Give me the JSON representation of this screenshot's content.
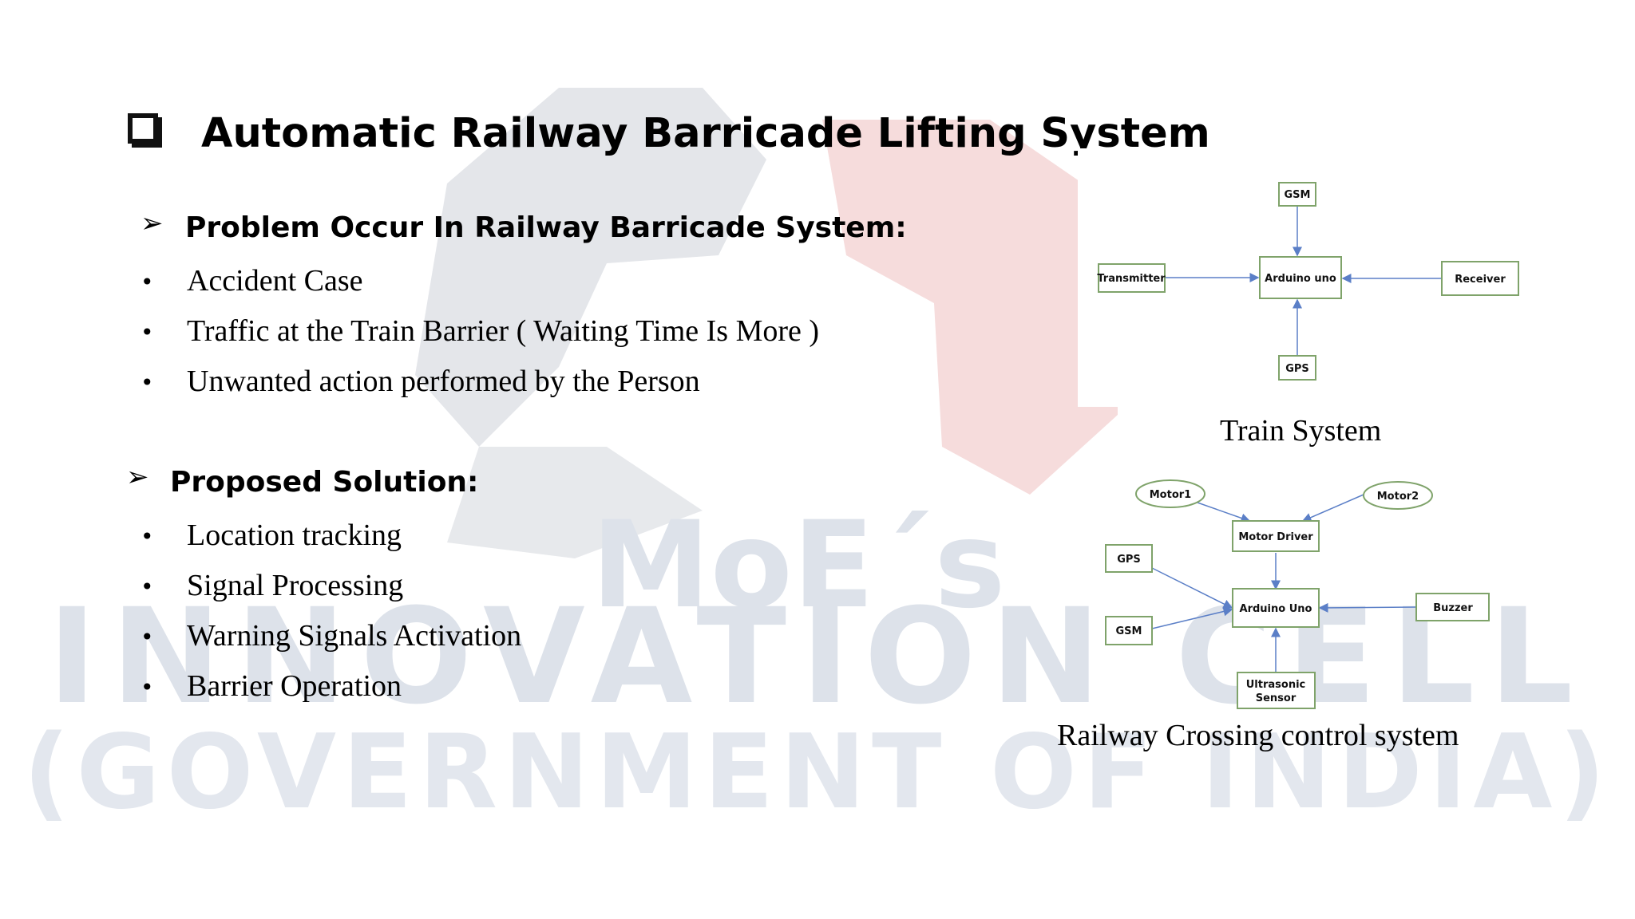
{
  "slide": {
    "title": "Automatic Railway Barricade Lifting System",
    "problem_heading": "Problem Occur In Railway Barricade System:",
    "problems": [
      "Accident Case",
      "Traffic at the Train Barrier ( Waiting Time Is More )",
      "Unwanted action performed by the Person"
    ],
    "solution_heading": "Proposed Solution:",
    "solutions": [
      "Location tracking",
      "Signal Processing",
      "Warning Signals Activation",
      "Barrier Operation"
    ],
    "bullet_glyph": "•",
    "arrow_glyph": "➢"
  },
  "train_system": {
    "caption": "Train System",
    "nodes": {
      "gsm": "GSM",
      "transmitter": "Transmitter",
      "arduino": "Arduino uno",
      "receiver": "Receiver",
      "gps": "GPS"
    }
  },
  "crossing_system": {
    "caption": "Railway Crossing control system",
    "nodes": {
      "motor1": "Motor1",
      "motor2": "Motor2",
      "motor_driver": "Motor Driver",
      "gps": "GPS",
      "gsm": "GSM",
      "arduino": "Arduino Uno",
      "buzzer": "Buzzer",
      "ultrasonic_line1": "Ultrasonic",
      "ultrasonic_line2": "Sensor"
    }
  },
  "watermark": {
    "line1": "MoE´s",
    "line2": "INNOVATION CELL",
    "line3": "(GOVERNMENT OF INDIA)"
  },
  "colors": {
    "node_border": "#7fa36a",
    "edge": "#5b7fc7",
    "watermark_text": "#dde2ea",
    "watermark_red": "#f6dcdc",
    "watermark_gray": "#e4e6ea"
  }
}
